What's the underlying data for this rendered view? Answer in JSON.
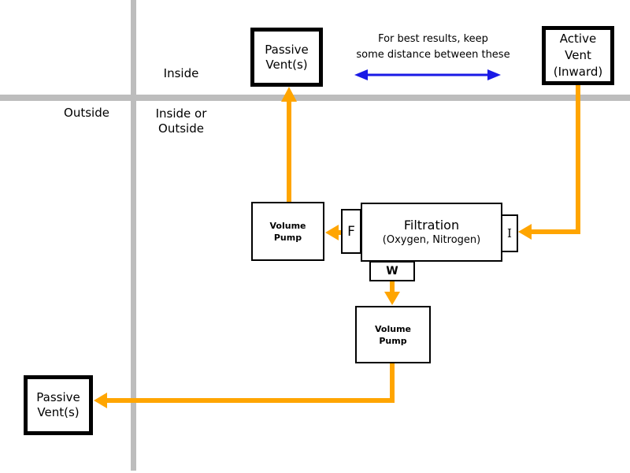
{
  "regions": {
    "inside": "Inside",
    "outside": "Outside",
    "inside_or_outside": "Inside or\nOutside"
  },
  "note": "For best results, keep\nsome distance between these",
  "nodes": {
    "passive_vent_top": "Passive\nVent(s)",
    "active_vent": "Active\nVent\n(Inward)",
    "volume_pump_top": "Volume\nPump",
    "filtration": {
      "title": "Filtration",
      "subtitle": "(Oxygen, Nitrogen)"
    },
    "port_f": "F",
    "port_i": "I",
    "port_w": "W",
    "volume_pump_bottom": "Volume\nPump",
    "passive_vent_bottom": "Passive\nVent(s)"
  },
  "colors": {
    "flow_arrow_orange": "#FFA500",
    "distance_arrow_blue": "#1A1AE6",
    "boundary_gray": "#BDBDBD",
    "box_border_black": "#000000",
    "background": "#FFFFFF"
  }
}
